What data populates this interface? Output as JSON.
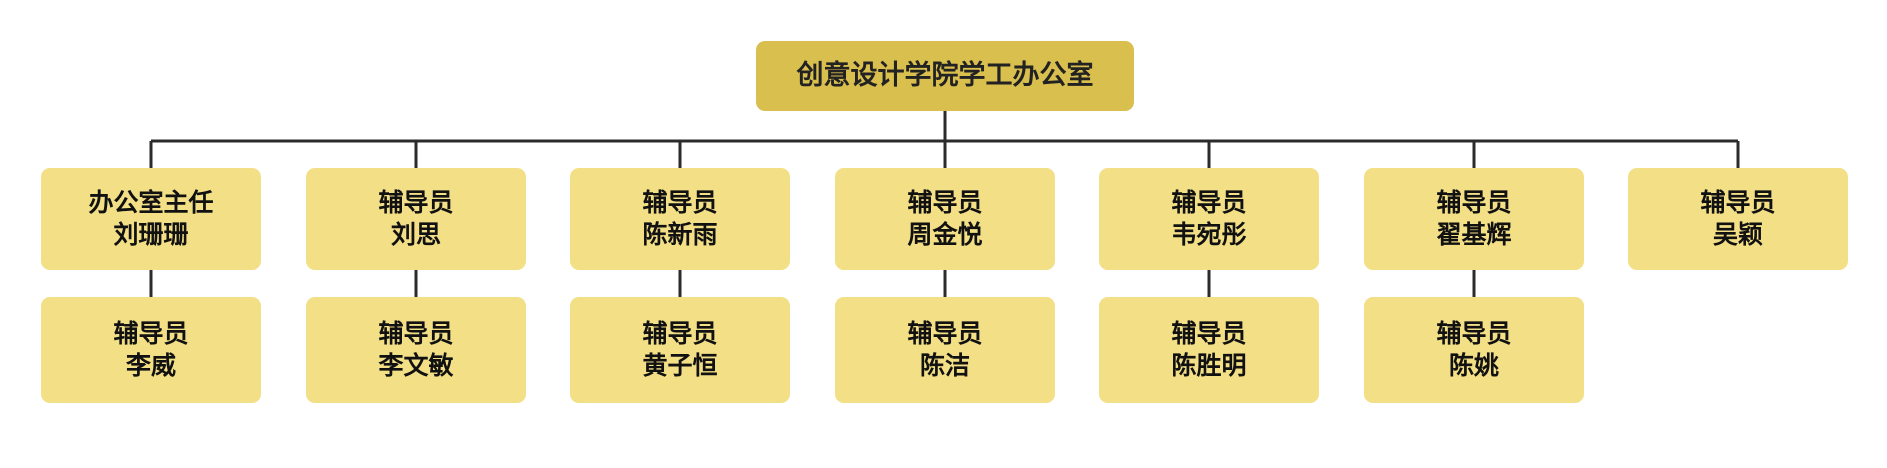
{
  "root": {
    "title": "创意设计学院学工办公室"
  },
  "row1": [
    {
      "role": "办公室主任",
      "name": "刘珊珊"
    },
    {
      "role": "辅导员",
      "name": "刘思"
    },
    {
      "role": "辅导员",
      "name": "陈新雨"
    },
    {
      "role": "辅导员",
      "name": "周金悦"
    },
    {
      "role": "辅导员",
      "name": "韦宛彤"
    },
    {
      "role": "辅导员",
      "name": "翟基辉"
    },
    {
      "role": "辅导员",
      "name": "吴颖"
    }
  ],
  "row2": [
    {
      "role": "辅导员",
      "name": "李威"
    },
    {
      "role": "辅导员",
      "name": "李文敏"
    },
    {
      "role": "辅导员",
      "name": "黄子恒"
    },
    {
      "role": "辅导员",
      "name": "陈洁"
    },
    {
      "role": "辅导员",
      "name": "陈胜明"
    },
    {
      "role": "辅导员",
      "name": "陈姚"
    }
  ],
  "colors": {
    "root_fill": "#d9bf4e",
    "node_fill": "#f2df86",
    "connector": "#2b2b2b"
  }
}
